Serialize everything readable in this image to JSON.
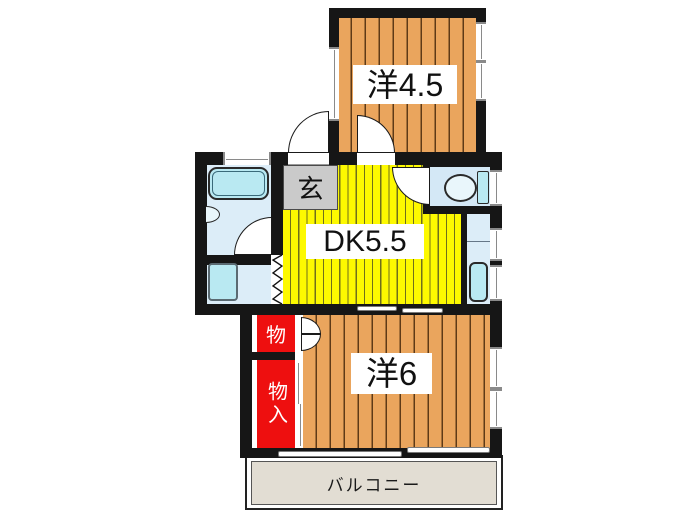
{
  "floorplan": {
    "labels": {
      "western45": "洋4.5",
      "dk": "DK5.5",
      "western6": "洋6",
      "entrance": "玄",
      "storage": "物",
      "closet": "物入",
      "balcony": "バルコニー"
    },
    "colors": {
      "wall": "#161616",
      "wood_floor": "#EAA55D",
      "wood_line": "#5E3A17",
      "dk_floor": "#FDF900",
      "dk_line": "#6F6F1C",
      "wet_blue": "#DCEDF8",
      "toilet_blue": "#D4E8F6",
      "fixture_cyan": "#B9E9F2",
      "fixture_light": "#E9F6FB",
      "closet_red": "#EE0F0F",
      "entrance_gray": "#CACACA",
      "balcony_fill": "#E2DDD3",
      "label_text": "#111111",
      "closet_text": "#FFFFFF",
      "symbol_line": "#8A8A8A"
    }
  }
}
